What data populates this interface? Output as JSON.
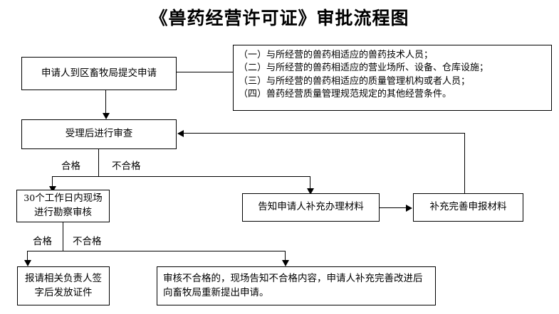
{
  "document": {
    "title": "《兽药经营许可证》审批流程图"
  },
  "nodes": {
    "submit_application": {
      "label": "申请人到区畜牧局提交申请"
    },
    "conditions": {
      "item1": "（一）与所经营的兽药相适应的兽药技术人员；",
      "item2": "（二）与所经营的兽药相适应的营业场所、设备、仓库设施；",
      "item3": "（三）与所经营的兽药相适应的质量管理机构或者人员；",
      "item4": "（四）兽药经营质量管理规范规定的其他经营条件。"
    },
    "review_after_acceptance": {
      "label": "受理后进行审查"
    },
    "site_inspection": {
      "line1_num": "30",
      "line1_text": "个工作日内现场",
      "line2": "进行勘察审核"
    },
    "notify_supplement": {
      "label": "告知申请人补充办理材料"
    },
    "complete_materials": {
      "label": "补充完善申报材料"
    },
    "issue_license": {
      "line1": "报请相关负责人签",
      "line2": "字后发放证件"
    },
    "reapply_notice": {
      "line1": "审核不合格的，现场告知不合格内容，申请人补充完善改进后",
      "line2": "向畜牧局重新提出申请。"
    }
  },
  "edge_labels": {
    "review_pass": "合格",
    "review_fail": "不合格",
    "inspection_pass": "合格",
    "inspection_fail": "不合格"
  },
  "colors": {
    "line": "#000000",
    "background": "#ffffff",
    "text": "#000000"
  }
}
